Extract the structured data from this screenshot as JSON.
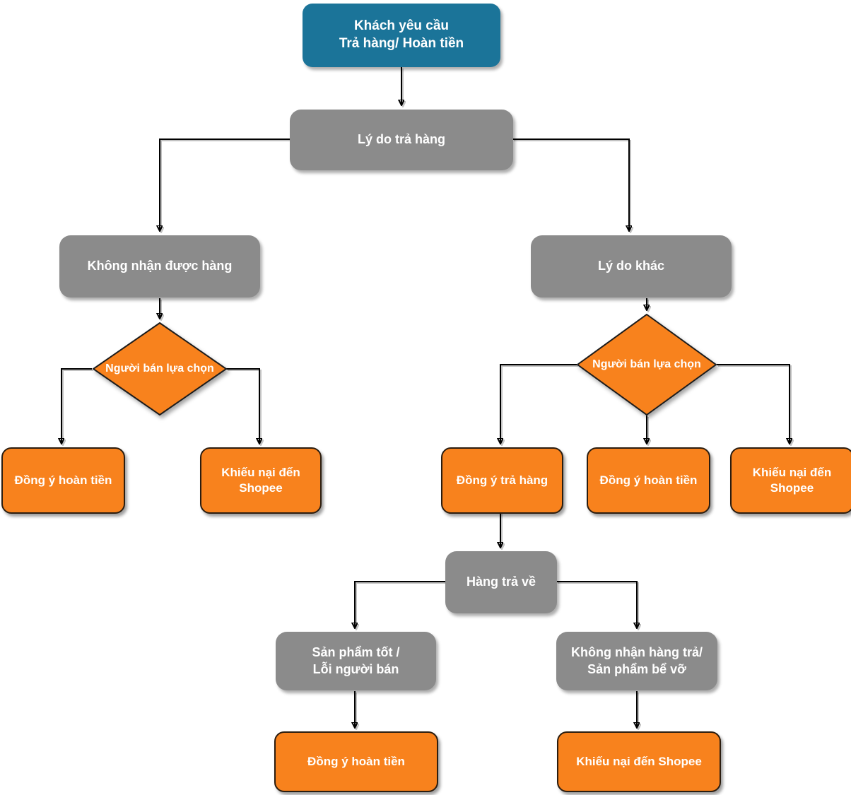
{
  "diagram": {
    "language": "vi",
    "colors": {
      "start_fill": "#1B7499",
      "process_fill": "#8B8B8B",
      "action_fill": "#F8821D",
      "action_border": "#2b1d10",
      "text": "#ffffff",
      "connector": "#000000",
      "background": "#ffffff"
    },
    "nodes": {
      "start": {
        "label": "Khách yêu cầu\nTrả hàng/ Hoàn tiền",
        "shape": "rounded-rect",
        "role": "start"
      },
      "reason": {
        "label": "Lý do trả hàng",
        "shape": "rounded-rect",
        "role": "process"
      },
      "not_received": {
        "label": "Không nhận được hàng",
        "shape": "rounded-rect",
        "role": "process"
      },
      "other_reason": {
        "label": "Lý do khác",
        "shape": "rounded-rect",
        "role": "process"
      },
      "seller_choice_left": {
        "label": "Người bán lựa chọn",
        "shape": "diamond",
        "role": "decision"
      },
      "seller_choice_right": {
        "label": "Người bán lựa chọn",
        "shape": "diamond",
        "role": "decision"
      },
      "refund_left": {
        "label": "Đồng ý hoàn tiền",
        "shape": "rounded-rect",
        "role": "action"
      },
      "complain_left": {
        "label": "Khiếu nại đến\nShopee",
        "shape": "rounded-rect",
        "role": "action"
      },
      "agree_return": {
        "label": "Đồng ý trả hàng",
        "shape": "rounded-rect",
        "role": "action"
      },
      "refund_right": {
        "label": "Đồng ý hoàn tiền",
        "shape": "rounded-rect",
        "role": "action"
      },
      "complain_right": {
        "label": "Khiếu nại đến\nShopee",
        "shape": "rounded-rect",
        "role": "action"
      },
      "returned_goods": {
        "label": "Hàng trả về",
        "shape": "rounded-rect",
        "role": "process"
      },
      "good_product": {
        "label": "Sản phẩm tốt /\nLỗi người bán",
        "shape": "rounded-rect",
        "role": "process"
      },
      "bad_return": {
        "label": "Không nhận hàng trả/\nSản phẩm bể vỡ",
        "shape": "rounded-rect",
        "role": "process"
      },
      "refund_bottom": {
        "label": "Đồng ý hoàn tiền",
        "shape": "rounded-rect",
        "role": "action"
      },
      "complain_bottom": {
        "label": "Khiếu nại đến Shopee",
        "shape": "rounded-rect",
        "role": "action"
      }
    },
    "edges": [
      {
        "from": "start",
        "to": "reason"
      },
      {
        "from": "reason",
        "to": "not_received"
      },
      {
        "from": "reason",
        "to": "other_reason"
      },
      {
        "from": "not_received",
        "to": "seller_choice_left"
      },
      {
        "from": "seller_choice_left",
        "to": "refund_left"
      },
      {
        "from": "seller_choice_left",
        "to": "complain_left"
      },
      {
        "from": "other_reason",
        "to": "seller_choice_right"
      },
      {
        "from": "seller_choice_right",
        "to": "agree_return"
      },
      {
        "from": "seller_choice_right",
        "to": "refund_right"
      },
      {
        "from": "seller_choice_right",
        "to": "complain_right"
      },
      {
        "from": "agree_return",
        "to": "returned_goods"
      },
      {
        "from": "returned_goods",
        "to": "good_product"
      },
      {
        "from": "returned_goods",
        "to": "bad_return"
      },
      {
        "from": "good_product",
        "to": "refund_bottom"
      },
      {
        "from": "bad_return",
        "to": "complain_bottom"
      }
    ]
  }
}
